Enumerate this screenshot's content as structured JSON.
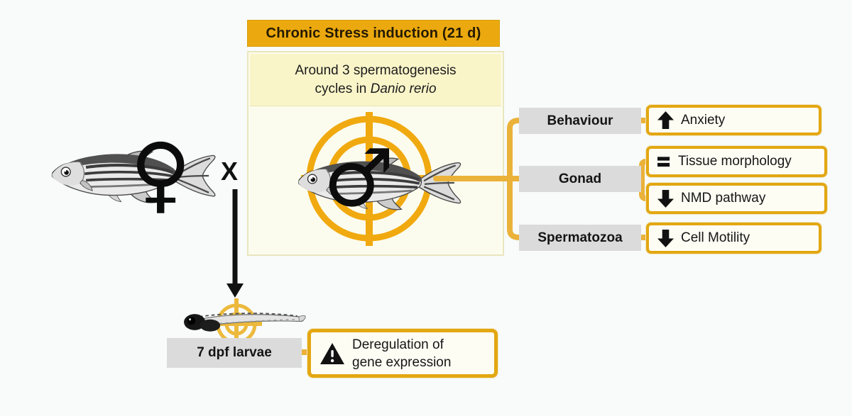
{
  "figure": {
    "header": {
      "title": "Chronic Stress induction (21 d)"
    },
    "induction_box": {
      "line1": "Around 3 spermatogenesis",
      "line2_prefix": "cycles in ",
      "species": "Danio rerio"
    },
    "parents": {
      "female_symbol": "♀",
      "male_symbol": "♂",
      "cross_label": "X"
    },
    "results": {
      "rows": [
        {
          "label": "Behaviour"
        },
        {
          "label": "Gonad"
        },
        {
          "label": "Spermatozoa"
        }
      ],
      "outcomes": [
        {
          "icon": "up-arrow-icon",
          "direction": "increase",
          "label": "Anxiety"
        },
        {
          "icon": "equals-icon",
          "direction": "unchanged",
          "label": "Tissue morphology"
        },
        {
          "icon": "down-arrow-icon",
          "direction": "decrease",
          "label": "NMD pathway"
        },
        {
          "icon": "down-arrow-icon",
          "direction": "decrease",
          "label": "Cell Motility"
        }
      ]
    },
    "offspring": {
      "label": "7 dpf larvae",
      "icon": "warning-icon",
      "outcome_line1": "Deregulation of",
      "outcome_line2": "gene expression"
    },
    "colors": {
      "header_orange": "#eba90f",
      "box_border_orange": "#e3a712",
      "connector_orange": "#ebb23a",
      "target_orange": "#f0a90f",
      "pale_yellow": "#faf5c9",
      "ivory": "#fcfcee",
      "gray_box": "#dbdbdb"
    }
  }
}
